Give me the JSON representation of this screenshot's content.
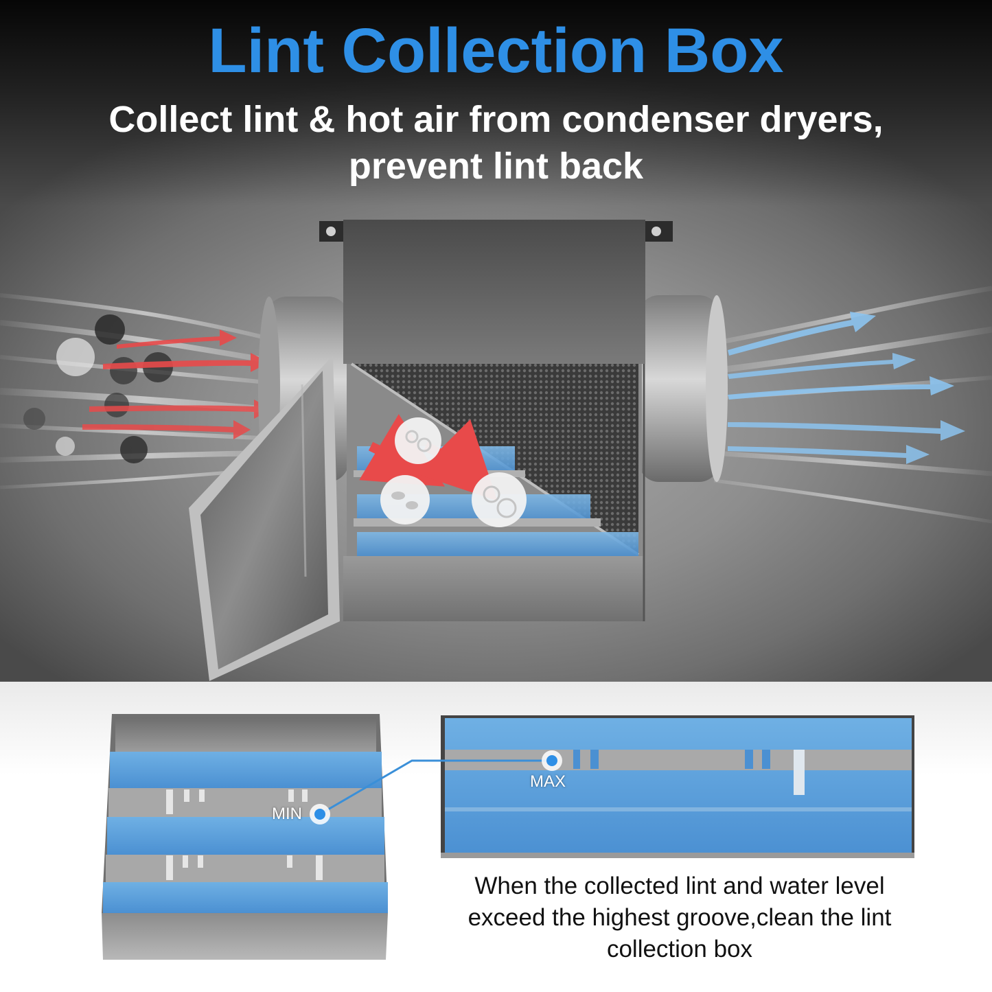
{
  "hero": {
    "title": "Lint Collection Box",
    "subtitle_line1": "Collect lint & hot air from condenser dryers,",
    "subtitle_line2": "prevent lint back"
  },
  "detail": {
    "min_label": "MIN",
    "max_label": "MAX",
    "caption_line1": "When the collected lint and water level",
    "caption_line2": "exceed the highest groove,clean the lint",
    "caption_line3": "collection box"
  },
  "colors": {
    "title_blue": "#2e8fe6",
    "water_blue": "#5aa4de",
    "intake_arrow_red": "#e84a4a",
    "exhaust_arrow_blue": "#7ab8e8"
  },
  "icons": [
    "lint-particle-icon",
    "bacteria-icon",
    "germ-icon",
    "intake-arrow-icon",
    "exhaust-arrow-icon"
  ]
}
